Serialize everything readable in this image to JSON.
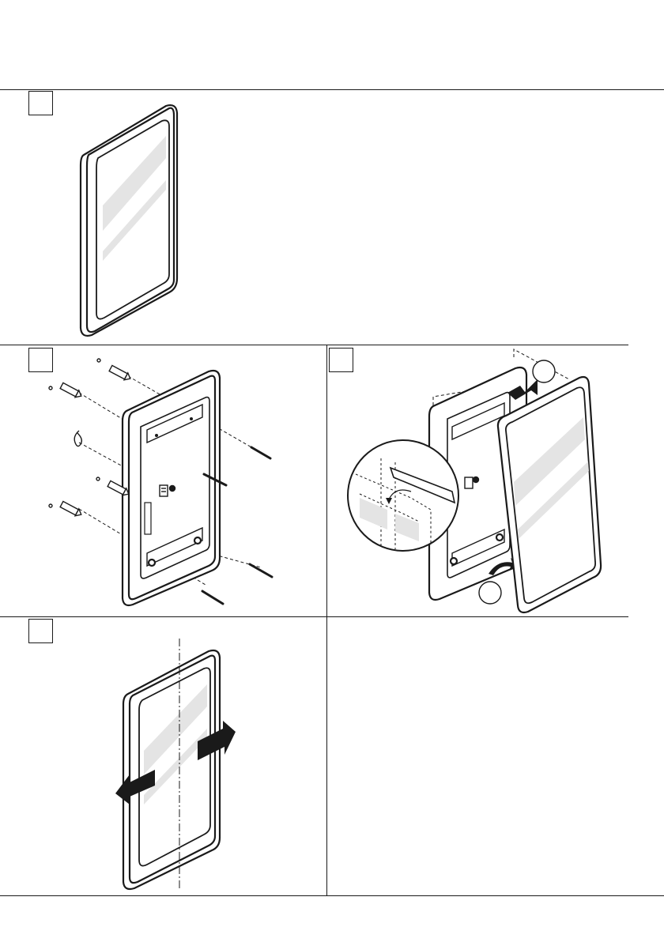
{
  "page": {
    "background": "#ffffff",
    "ink_color": "#1a1a1a",
    "glass_highlight_color": "#e4e4e4"
  },
  "steps": [
    {
      "id": "step-1",
      "label": "",
      "illustration": "mirror-front-view"
    },
    {
      "id": "step-2",
      "label": "",
      "illustration": "mounting-frame-with-wall-plugs-and-screws"
    },
    {
      "id": "step-3",
      "label": "",
      "illustration": "hang-mirror-onto-frame-with-connector-detail"
    },
    {
      "id": "step-4",
      "label": "",
      "illustration": "slide-mirror-left-right-alignment"
    }
  ],
  "callouts": {
    "step3_top_circle": "",
    "step3_bottom_circle": ""
  },
  "icons": [
    "mirror-icon",
    "wall-plug-icon",
    "screw-icon",
    "cable-icon",
    "connector-icon",
    "arrow-icon",
    "rotate-arrow-icon"
  ]
}
